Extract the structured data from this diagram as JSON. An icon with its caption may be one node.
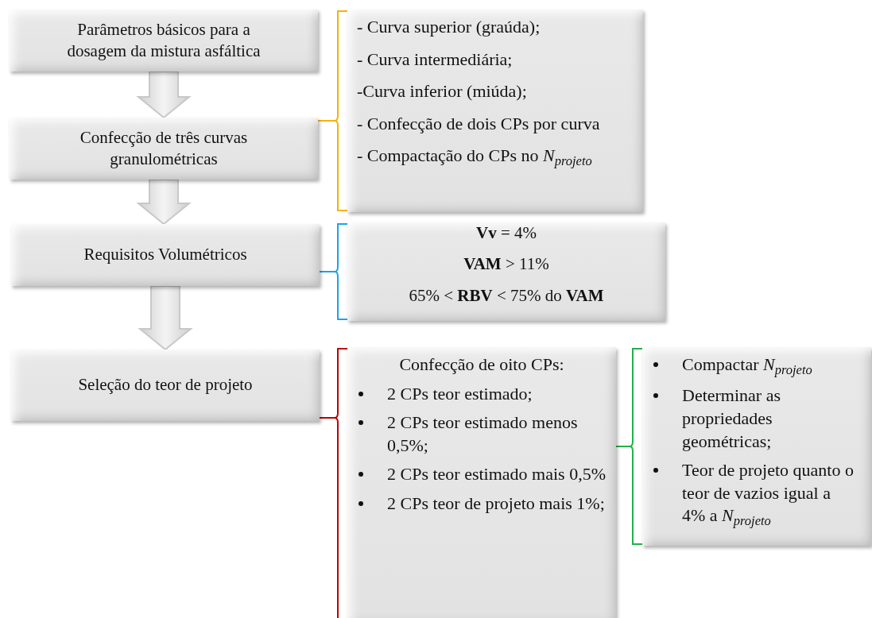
{
  "diagram": {
    "nodes": [
      {
        "text": [
          "Parâmetros básicos para a dosagem da mistura asfáltica"
        ]
      },
      {
        "text": [
          "Confecção de três curvas granulométricas"
        ]
      },
      {
        "text": [
          "Requisitos Volumétricos"
        ]
      },
      {
        "text": [
          "Seleção do teor de projeto"
        ]
      },
      {
        "text": [
          "- Curva superior (graúda);",
          "- Curva intermediária;",
          "-Curva inferior (miúda);",
          "- Confecção de dois CPs por curva",
          "- Compactação do CPs no *N*$_{projeto}$"
        ]
      },
      {
        "text": [
          "**Vv** = 4%",
          "**VAM** > 11%",
          "65% < **RBV** < 75% do **VAM**"
        ]
      },
      {
        "text": [
          "Confecção de oito CPs:",
          "2 CPs teor estimado;",
          "2 CPs teor estimado menos 0,5%;",
          "2 CPs teor estimado mais 0,5%",
          "2 CPs teor de projeto mais 1%;"
        ]
      },
      {
        "text": [
          "Compactar *N*$_{projeto}$",
          "Determinar as propriedades geométricas;",
          "Teor de projeto quanto o teor de vazios igual a 4% a *N*$_{projeto}$"
        ]
      }
    ],
    "edges": [
      {
        "from": 0,
        "to": 1,
        "arrow": "to"
      },
      {
        "from": 1,
        "to": 2,
        "arrow": "to"
      },
      {
        "from": 2,
        "to": 3,
        "arrow": "to"
      },
      {
        "from": 1,
        "to": 4,
        "arrow": "none",
        "color": "#f5b400"
      },
      {
        "from": 2,
        "to": 5,
        "arrow": "none",
        "color": "#1ca3ec"
      },
      {
        "from": 3,
        "to": 6,
        "arrow": "none",
        "color": "#c00000"
      },
      {
        "from": 6,
        "to": 7,
        "arrow": "none",
        "color": "#22b14c"
      }
    ]
  }
}
